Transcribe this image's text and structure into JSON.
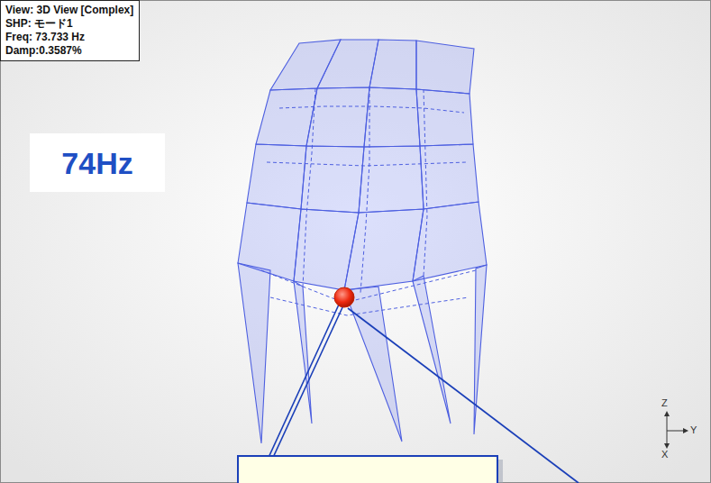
{
  "diagram": {
    "nodes": [
      {
        "text": [
          "View: 3D View [Complex]",
          "SHP: モード1",
          "Freq: 73.733 Hz",
          "Damp:0.3587%"
        ]
      },
      {
        "text": [
          "74Hz"
        ]
      }
    ],
    "labels": [
      "Z",
      "Y",
      "X"
    ]
  }
}
